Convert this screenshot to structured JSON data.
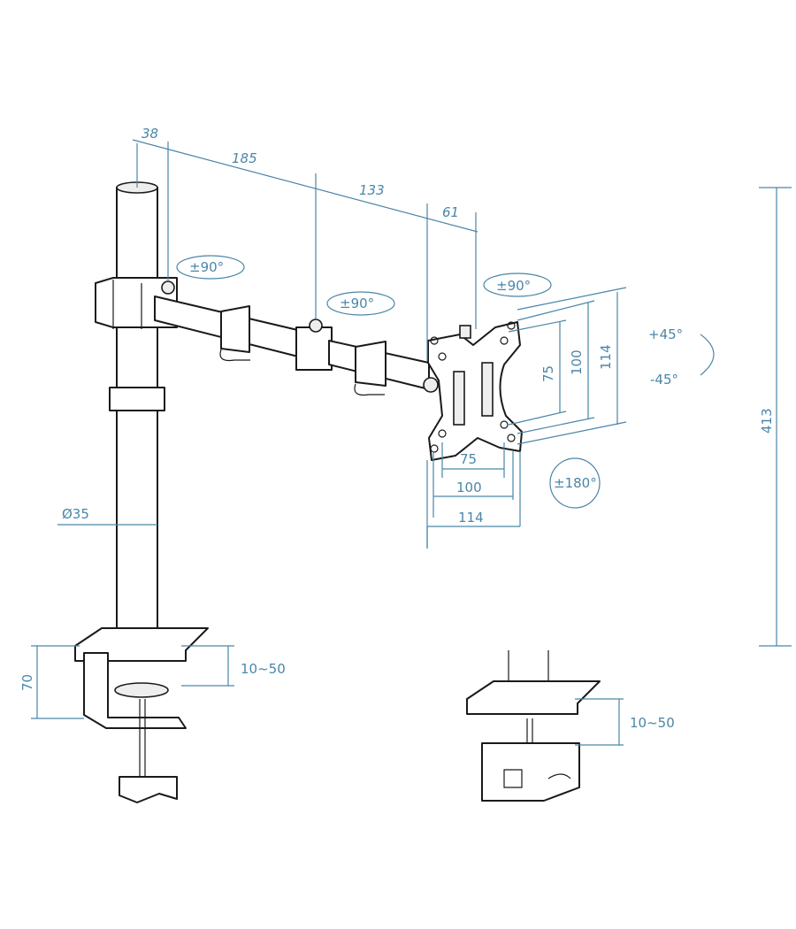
{
  "colors": {
    "dimension": "#4a86a8",
    "outline": "#1a1a1a"
  },
  "dimensions": {
    "pole_offset": "38",
    "arm_segment_1": "185",
    "arm_segment_2": "133",
    "head_offset": "61",
    "rotation_arm_1": "±90°",
    "rotation_arm_2": "±90°",
    "rotation_head": "±90°",
    "tilt_up": "+45°",
    "tilt_down": "-45°",
    "vesa_v_75": "75",
    "vesa_v_100": "100",
    "vesa_v_114": "114",
    "vesa_h_75": "75",
    "vesa_h_100": "100",
    "vesa_h_114": "114",
    "rotation_plate": "±180°",
    "pole_diameter": "Ø35",
    "total_height": "413",
    "clamp_height": "70",
    "clamp_range_1": "10~50",
    "clamp_range_2": "10~50"
  }
}
